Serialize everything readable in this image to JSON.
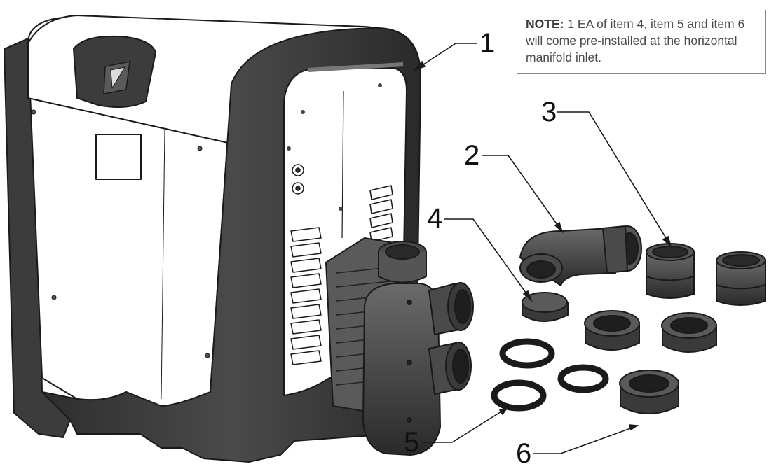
{
  "note": {
    "label": "NOTE:",
    "text": "1 EA of item 4, item 5 and item 6 will come pre-installed at the horizontal manifold inlet."
  },
  "callouts": [
    "1",
    "2",
    "3",
    "4",
    "5",
    "6"
  ],
  "colors": {
    "body_dark": "#3c3c3c",
    "body_mid": "#555555",
    "panel_white": "#ffffff",
    "outline": "#1a1a1a",
    "note_border": "#8a8a8a"
  }
}
